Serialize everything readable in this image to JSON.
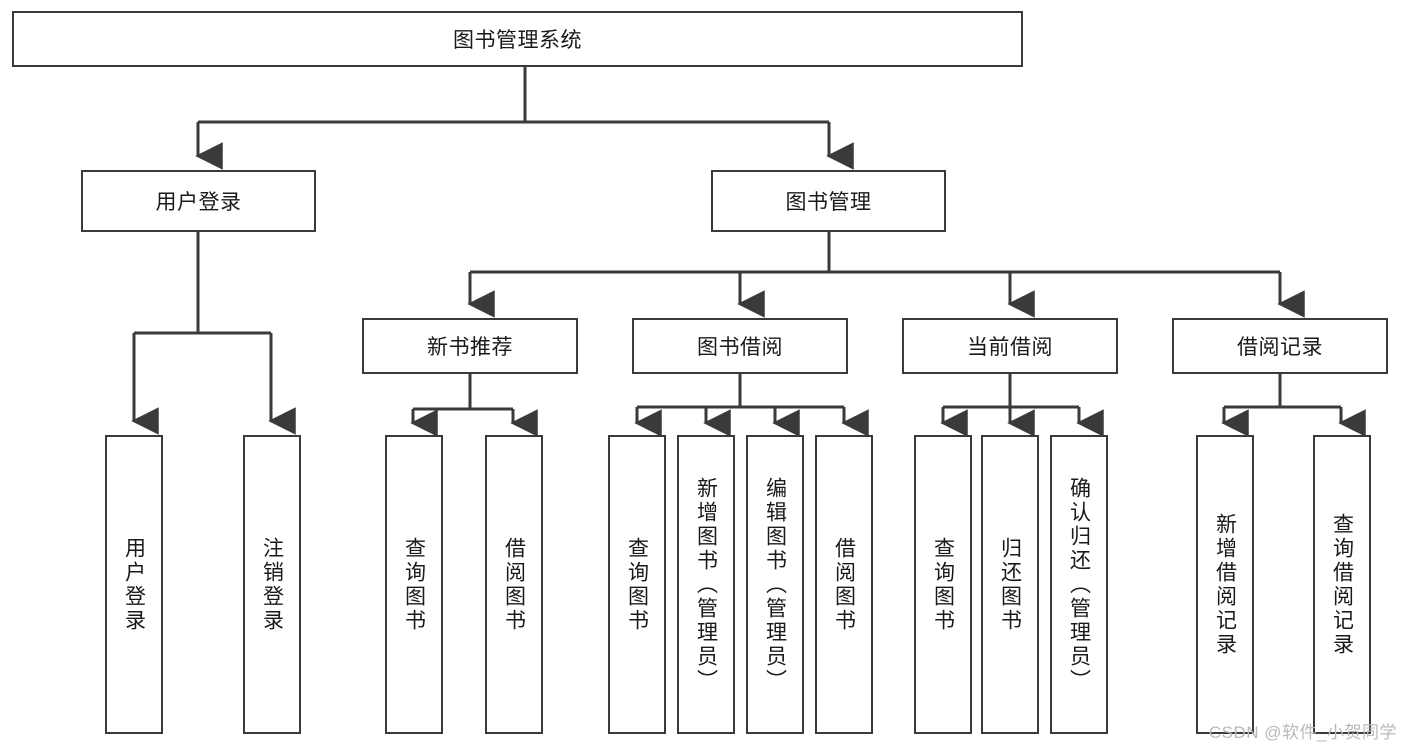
{
  "diagram": {
    "title": "图书管理系统",
    "type": "tree-hierarchy-chart",
    "colors": {
      "box_border": "#3a3a3a",
      "box_fill": "#ffffff",
      "edge": "#3a3a3a",
      "text": "#1a1a1a",
      "watermark": "#b9b9b9",
      "background": "#ffffff"
    },
    "root": {
      "label": "图书管理系统"
    },
    "level2": [
      {
        "id": "user-login",
        "label": "用户登录"
      },
      {
        "id": "book-management",
        "label": "图书管理"
      }
    ],
    "level3": [
      {
        "id": "new-book-recommend",
        "label": "新书推荐"
      },
      {
        "id": "book-borrow",
        "label": "图书借阅"
      },
      {
        "id": "current-borrow",
        "label": "当前借阅"
      },
      {
        "id": "borrow-record",
        "label": "借阅记录"
      }
    ],
    "leaves": {
      "user-login": [
        {
          "id": "leaf-user-login",
          "label": "用户登录"
        },
        {
          "id": "leaf-logout-login",
          "label": "注销登录"
        }
      ],
      "new-book-recommend": [
        {
          "id": "leaf-query-book-1",
          "label": "查询图书"
        },
        {
          "id": "leaf-borrow-book-1",
          "label": "借阅图书"
        }
      ],
      "book-borrow": [
        {
          "id": "leaf-query-book-2",
          "label": "查询图书"
        },
        {
          "id": "leaf-add-book",
          "label": "新增图书（管理员）"
        },
        {
          "id": "leaf-edit-book",
          "label": "编辑图书（管理员）"
        },
        {
          "id": "leaf-borrow-book-2",
          "label": "借阅图书"
        }
      ],
      "current-borrow": [
        {
          "id": "leaf-query-book-3",
          "label": "查询图书"
        },
        {
          "id": "leaf-return-book",
          "label": "归还图书"
        },
        {
          "id": "leaf-confirm-return",
          "label": "确认归还（管理员）"
        }
      ],
      "borrow-record": [
        {
          "id": "leaf-add-record",
          "label": "新增借阅记录"
        },
        {
          "id": "leaf-query-record",
          "label": "查询借阅记录"
        }
      ]
    }
  },
  "watermark": {
    "text": "CSDN @软件_小贺同学"
  }
}
